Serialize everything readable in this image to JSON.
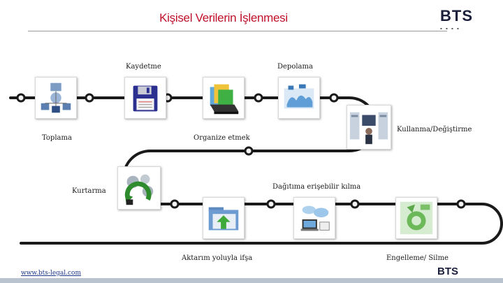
{
  "title": "Kişisel Verilerin İşlenmesi",
  "logo": {
    "brand": "BTS"
  },
  "steps": [
    {
      "label": "Toplama",
      "icon": "network-users-icon"
    },
    {
      "label": "Kaydetme",
      "icon": "floppy-disk-icon"
    },
    {
      "label": "Organize etmek",
      "icon": "folders-box-icon"
    },
    {
      "label": "Depolama",
      "icon": "cloud-storage-icon"
    },
    {
      "label": "Kullanma/Değiştirme",
      "icon": "server-person-icon"
    },
    {
      "label": "Dağıtıma erişebilir kılma",
      "icon": "cloud-laptop-icon"
    },
    {
      "label": "Engelleme/ Silme",
      "icon": "recycle-icon"
    },
    {
      "label": "Aktarım yoluyla ifşa",
      "icon": "folder-upload-icon"
    },
    {
      "label": "Kurtarma",
      "icon": "recovery-cycle-icon"
    }
  ],
  "footer": {
    "link": "www.bts-legal.com",
    "brand": "BTS"
  },
  "colors": {
    "title": "#c0102a",
    "path": "#1a1a1a",
    "node": "#f4f4f4"
  }
}
